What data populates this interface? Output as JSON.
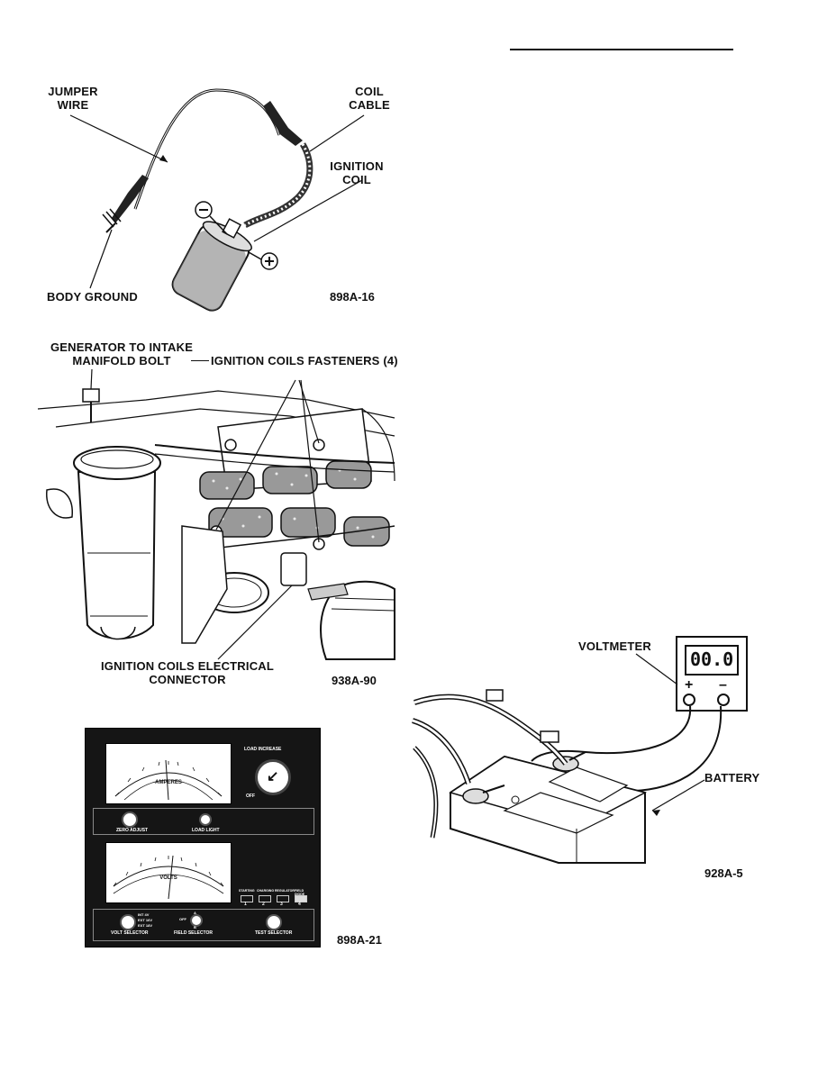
{
  "figure1": {
    "jumper_wire": [
      "JUMPER",
      "WIRE"
    ],
    "coil_cable": [
      "COIL",
      "CABLE"
    ],
    "ignition_coil": [
      "IGNITION",
      "COIL"
    ],
    "body_ground": "BODY GROUND",
    "code": "898A-16"
  },
  "figure2": {
    "generator_bolt": [
      "GENERATOR TO INTAKE",
      "MANIFOLD BOLT"
    ],
    "fasteners": "IGNITION COILS FASTENERS (4)",
    "connector": [
      "IGNITION COILS ELECTRICAL",
      "CONNECTOR"
    ],
    "code": "938A-90"
  },
  "figure3": {
    "amperes": "AMPERES",
    "load_increase": "LOAD INCREASE",
    "off": "OFF",
    "zero_adjust": "ZERO ADJUST",
    "load_light": "LOAD LIGHT",
    "volts": "VOLTS",
    "volt_selector": "VOLT SELECTOR",
    "field_selector": "FIELD SELECTOR",
    "test_selector": "TEST SELECTOR",
    "test_modes": [
      "STARTING",
      "CHARGING",
      "REGULATOR",
      "FIELD DIODE"
    ],
    "test_numbers": [
      "1",
      "2",
      "3",
      "4"
    ],
    "volt_options": [
      "INT 4V",
      "EXT 16V",
      "EXT 18V"
    ],
    "field_options": [
      "A",
      "OFF",
      "B"
    ],
    "code": "898A-21"
  },
  "figure4": {
    "voltmeter": "VOLTMETER",
    "display": "00.0",
    "battery": "BATTERY",
    "code": "928A-5"
  }
}
